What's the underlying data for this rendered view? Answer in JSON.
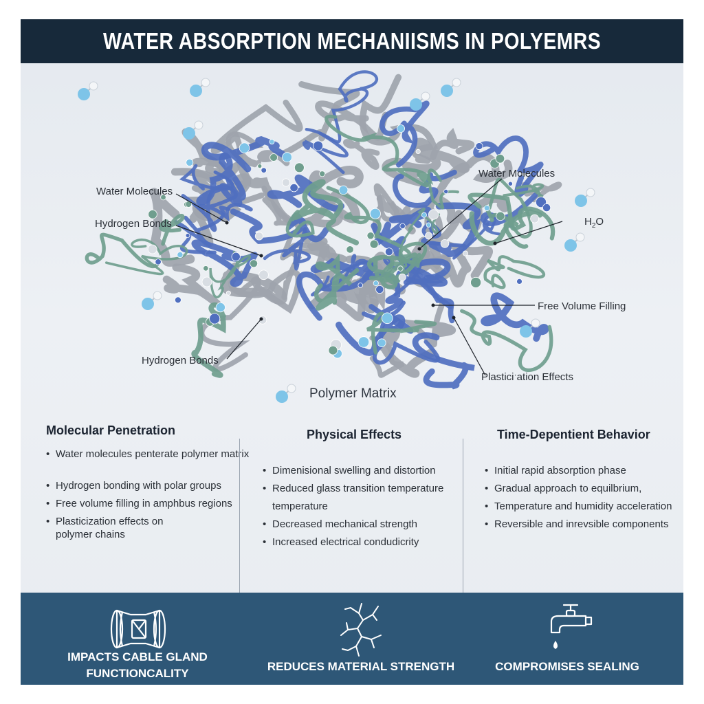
{
  "title": "WATER ABSORPTION MECHANIISMS IN POLYEMRS",
  "diagram": {
    "center_label": "Polymer Matrix",
    "callouts": {
      "water_molecules_left": "Water Molecules",
      "hydrogen_bonds_upper": "Hydrogen Bonds",
      "hydrogen_bonds_lower": "Hydrogen Bonds",
      "water_molecules_right": "Water Molecules",
      "h2o": "H",
      "h2o_sub": "2",
      "h2o_o": "O",
      "free_volume": "Free Volume Filling",
      "plasticization": "Plasticiˑation Effects"
    }
  },
  "columns": [
    {
      "heading": "Molecular Penetration",
      "items": [
        {
          "text": "Water molecules penterate polymer matrix",
          "cont": ""
        },
        {
          "text": "Hydrogen bonding with polar groups",
          "cont": ""
        },
        {
          "text": "Free volume filling in amphbus regions",
          "cont": ""
        },
        {
          "text": "Plasticization effects on",
          "cont": "polymer chains"
        }
      ]
    },
    {
      "heading": "Physical Effects",
      "items": [
        {
          "text": "Dimenisional swelling and distortion",
          "cont": ""
        },
        {
          "text": "Reduced glass transition temperature",
          "cont": "temperature"
        },
        {
          "text": "Decreased mechanical strength",
          "cont": ""
        },
        {
          "text": "Increased electrical condudicrity",
          "cont": ""
        }
      ]
    },
    {
      "heading": "Time-Depentient Behavior",
      "items": [
        {
          "text": "Initial rapid absorption phase",
          "cont": ""
        },
        {
          "text": "Gradual approach to equilbrium,",
          "cont": ""
        },
        {
          "text": "Temperature and humidity acceleration",
          "cont": ""
        },
        {
          "text": "Reversible and inrevsible components",
          "cont": ""
        }
      ]
    }
  ],
  "footer": [
    {
      "line1": "IMPACTS CABLE GLAND",
      "line2": "FUNCTIONCALITY",
      "icon": "cable-gland-icon"
    },
    {
      "line1": "REDUCES MATERIAL STRENGTH",
      "line2": "",
      "icon": "crack-icon"
    },
    {
      "line1": "COMPROMISES SEALING",
      "line2": "",
      "icon": "dripping-faucet-icon"
    }
  ],
  "colors": {
    "title_bar": "#17293a",
    "footer": "#2e5777",
    "polymer_grey": "#9ea4ad",
    "chain_blue": "#4f6fbf",
    "chain_green": "#6f9e8e",
    "water_blue": "#7ec4e8"
  }
}
